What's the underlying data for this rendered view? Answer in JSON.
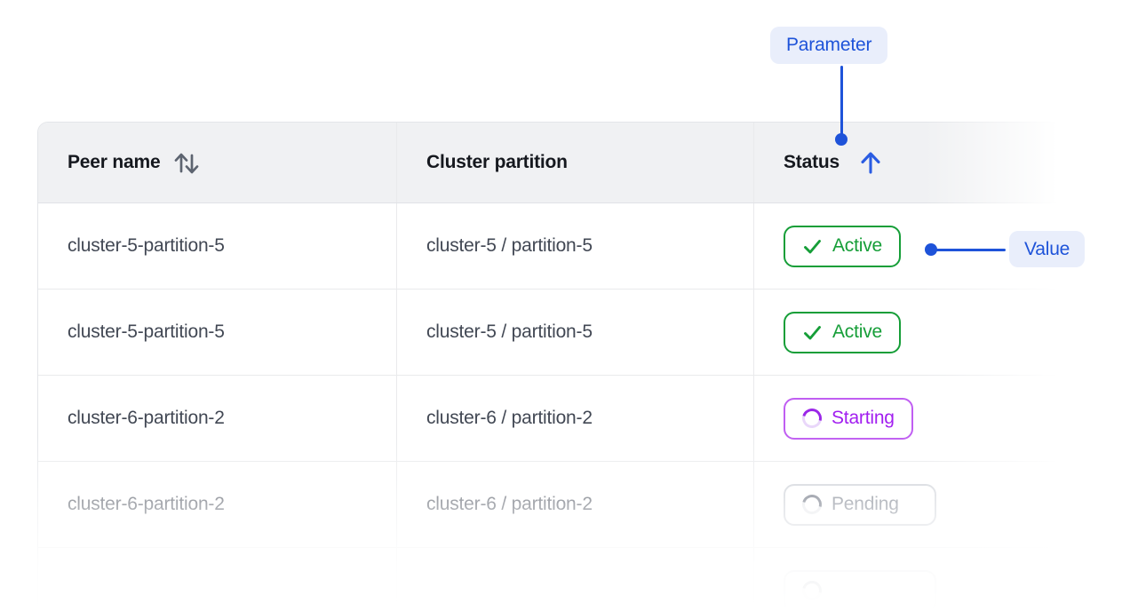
{
  "annotations": {
    "parameter_label": "Parameter",
    "value_label": "Value",
    "accent_color": "#1e53d9"
  },
  "table": {
    "columns": [
      {
        "label": "Peer name",
        "sort_icon": "sort-arrows-icon",
        "sort_state": "none"
      },
      {
        "label": "Cluster partition",
        "sort_icon": null,
        "sort_state": "none"
      },
      {
        "label": "Status",
        "sort_icon": "arrow-up-icon",
        "sort_state": "ascending"
      }
    ],
    "rows": [
      {
        "peer_name": "cluster-5-partition-5",
        "cluster_partition": "cluster-5 / partition-5",
        "status": {
          "label": "Active",
          "type": "active",
          "icon": "check-icon"
        }
      },
      {
        "peer_name": "cluster-5-partition-5",
        "cluster_partition": "cluster-5 / partition-5",
        "status": {
          "label": "Active",
          "type": "active",
          "icon": "check-icon"
        }
      },
      {
        "peer_name": "cluster-6-partition-2",
        "cluster_partition": "cluster-6 / partition-2",
        "status": {
          "label": "Starting",
          "type": "starting",
          "icon": "spinner-icon"
        }
      },
      {
        "peer_name": "cluster-6-partition-2",
        "cluster_partition": "cluster-6 / partition-2",
        "status": {
          "label": "Pending",
          "type": "pending",
          "icon": "spinner-icon"
        }
      },
      {
        "peer_name": "",
        "cluster_partition": "",
        "status": {
          "label": "",
          "type": "pending",
          "icon": "spinner-icon"
        }
      }
    ],
    "status_colors": {
      "active": "#169e38",
      "starting": "#a21ef0",
      "pending": "#6e7582"
    }
  }
}
